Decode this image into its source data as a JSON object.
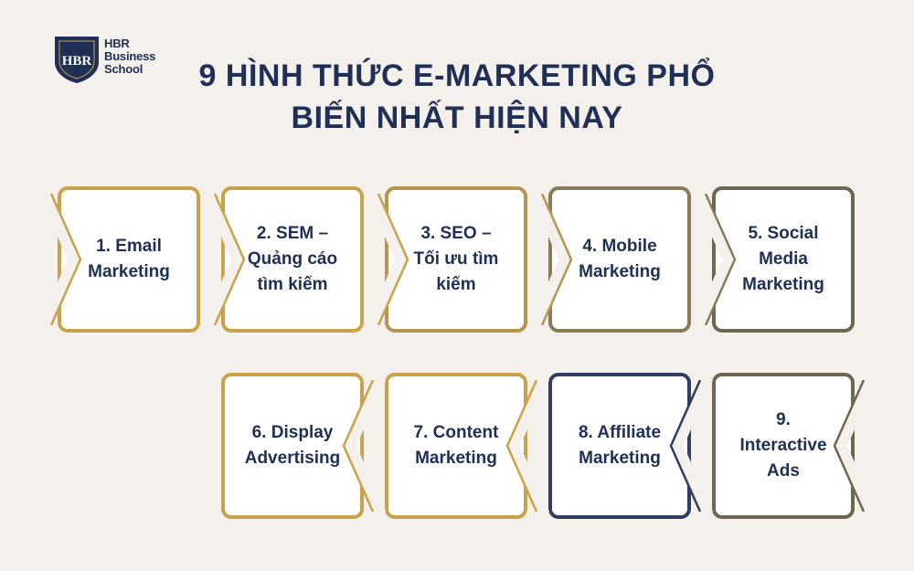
{
  "logo": {
    "monogram": "HBR",
    "name_lines": [
      "HBR",
      "Business",
      "School"
    ]
  },
  "title_lines": [
    "9 HÌNH THỨC E-MARKETING PHỔ",
    "BIẾN NHẤT HIỆN NAY"
  ],
  "steps": [
    {
      "label": "1. Email\nMarketing",
      "color": "#c9a24b"
    },
    {
      "label": "2. SEM –\nQuảng cáo\ntìm kiếm",
      "color": "#c9a24b"
    },
    {
      "label": "3. SEO –\nTối ưu tìm\nkiếm",
      "color": "#b69552"
    },
    {
      "label": "4. Mobile\nMarketing",
      "color": "#8a7a56"
    },
    {
      "label": "5. Social\nMedia\nMarketing",
      "color": "#6d6650"
    },
    {
      "label": "6. Display\nAdvertising",
      "color": "#c9a24b"
    },
    {
      "label": "7. Content\nMarketing",
      "color": "#c9a24b"
    },
    {
      "label": "8. Affiliate\nMarketing",
      "color": "#2f3e5c"
    },
    {
      "label": "9.\nInteractive\nAds",
      "color": "#6d6650"
    }
  ],
  "colors": {
    "navy": "#1f2f55",
    "gold": "#c9a24b",
    "background": "#f4f1ec"
  }
}
